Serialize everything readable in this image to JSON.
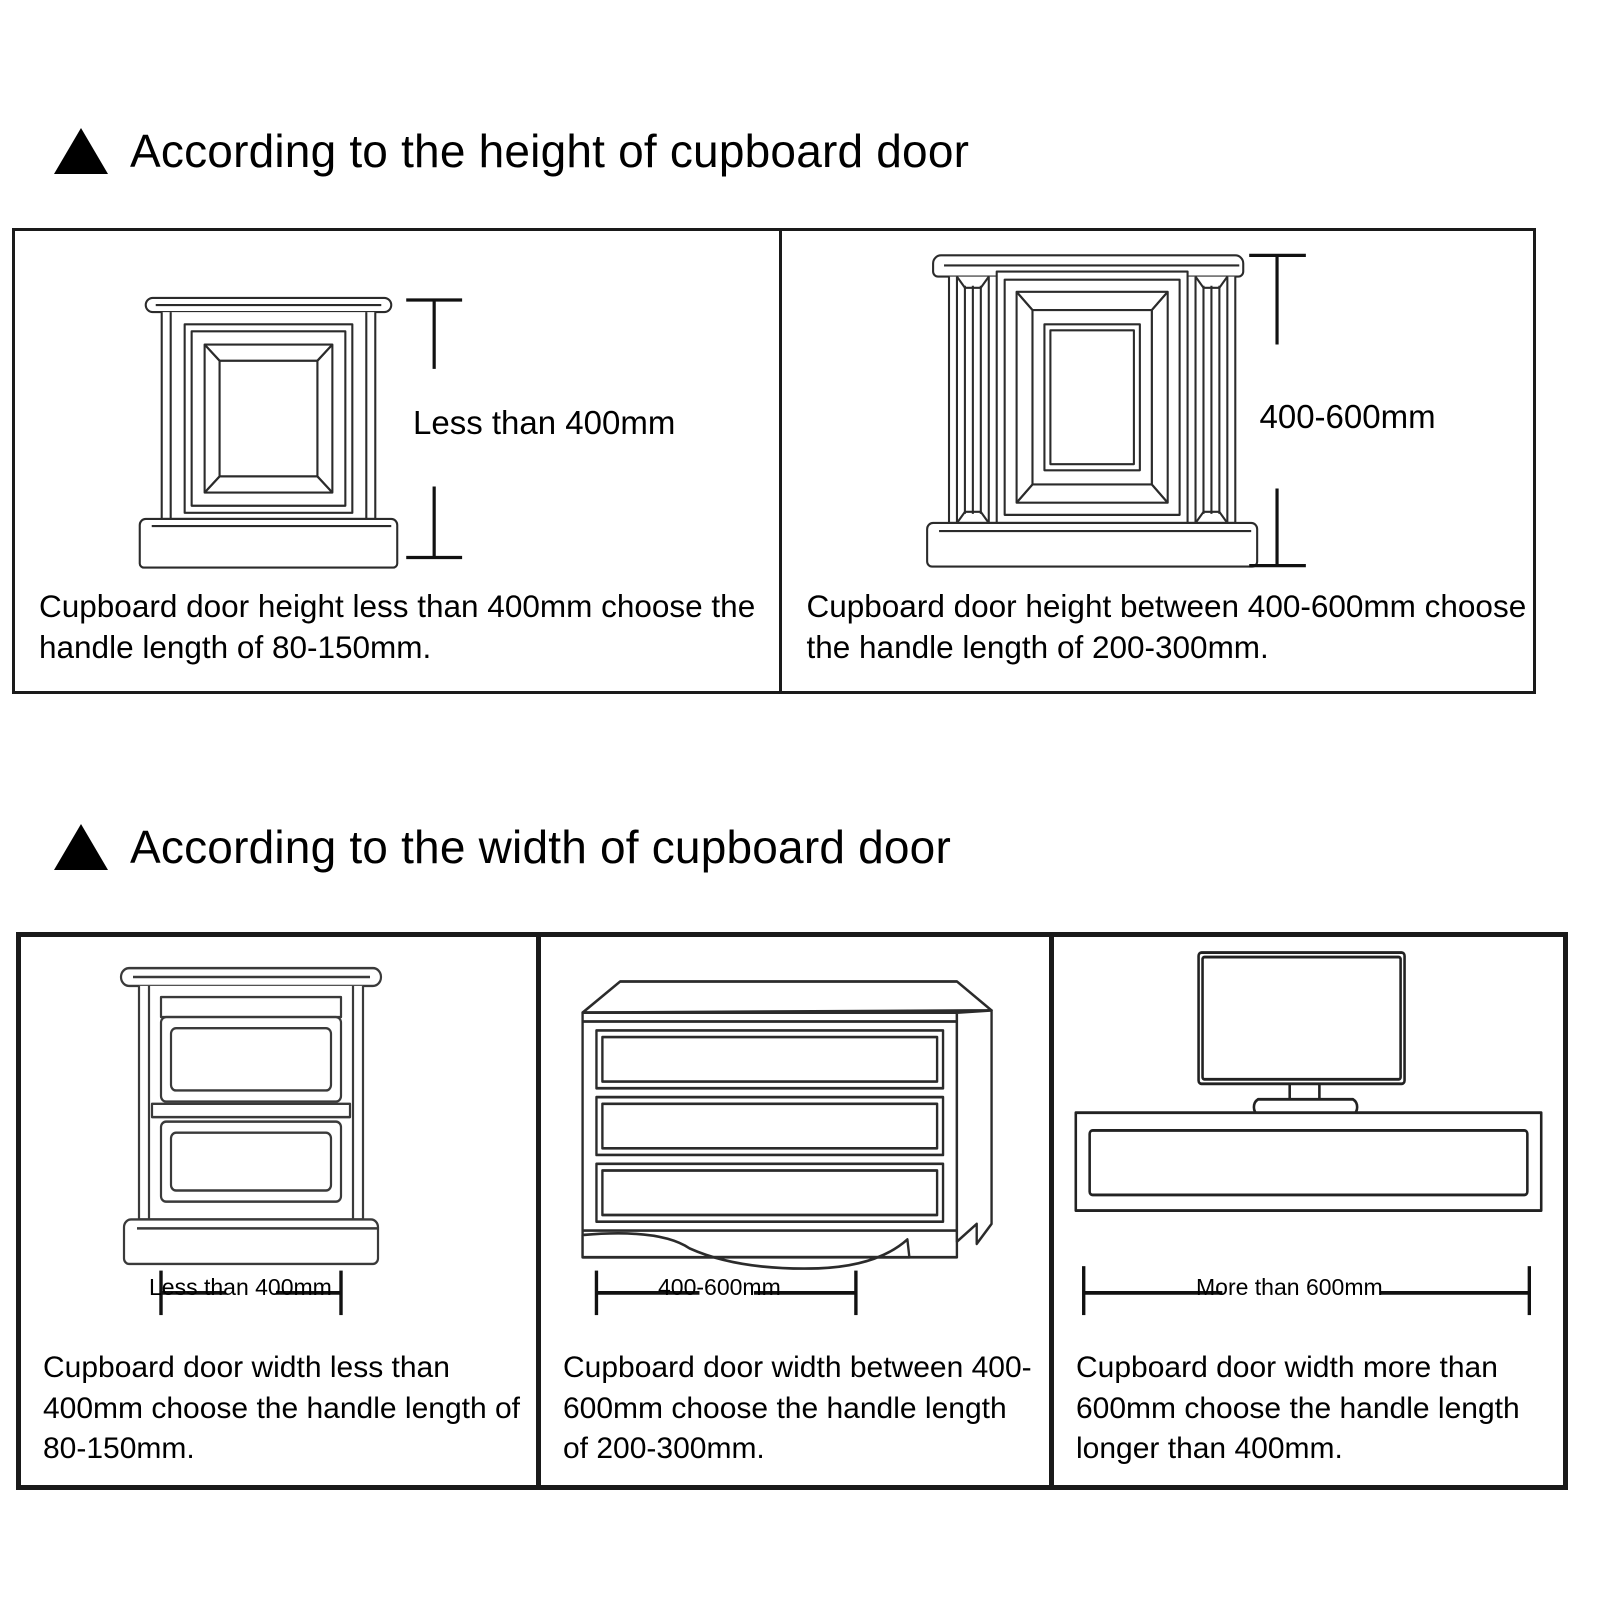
{
  "sections": [
    {
      "id": "height",
      "icon": "triangle-bullet-icon",
      "heading": "According to the height of cupboard door",
      "panels": [
        {
          "id": "height-less-400",
          "illustration": "cabinet-front-single-door",
          "dimension_label": "Less than 400mm",
          "caption": "Cupboard door height less than 400mm choose the handle length of 80-150mm."
        },
        {
          "id": "height-400-600",
          "illustration": "cabinet-front-tall-paneled-door",
          "dimension_label": "400-600mm",
          "caption": "Cupboard door height between 400-600mm choose the handle length of 200-300mm."
        }
      ]
    },
    {
      "id": "width",
      "icon": "triangle-bullet-icon",
      "heading": "According to the width of cupboard door",
      "panels": [
        {
          "id": "width-less-400",
          "illustration": "nightstand-two-drawers",
          "dimension_label": "Less than 400mm",
          "caption": "Cupboard door width less than 400mm choose the handle length of 80-150mm."
        },
        {
          "id": "width-400-600",
          "illustration": "dresser-three-drawers",
          "dimension_label": "400-600mm",
          "caption": "Cupboard door width between 400-600mm choose the handle length of 200-300mm."
        },
        {
          "id": "width-more-600",
          "illustration": "tv-stand-with-television",
          "dimension_label": "More than 600mm",
          "caption": "Cupboard door width more than 600mm choose the handle length longer than 400mm."
        }
      ]
    }
  ],
  "colors": {
    "ink": "#1a1a1a",
    "line": "#2b2b2b",
    "background": "#ffffff"
  }
}
